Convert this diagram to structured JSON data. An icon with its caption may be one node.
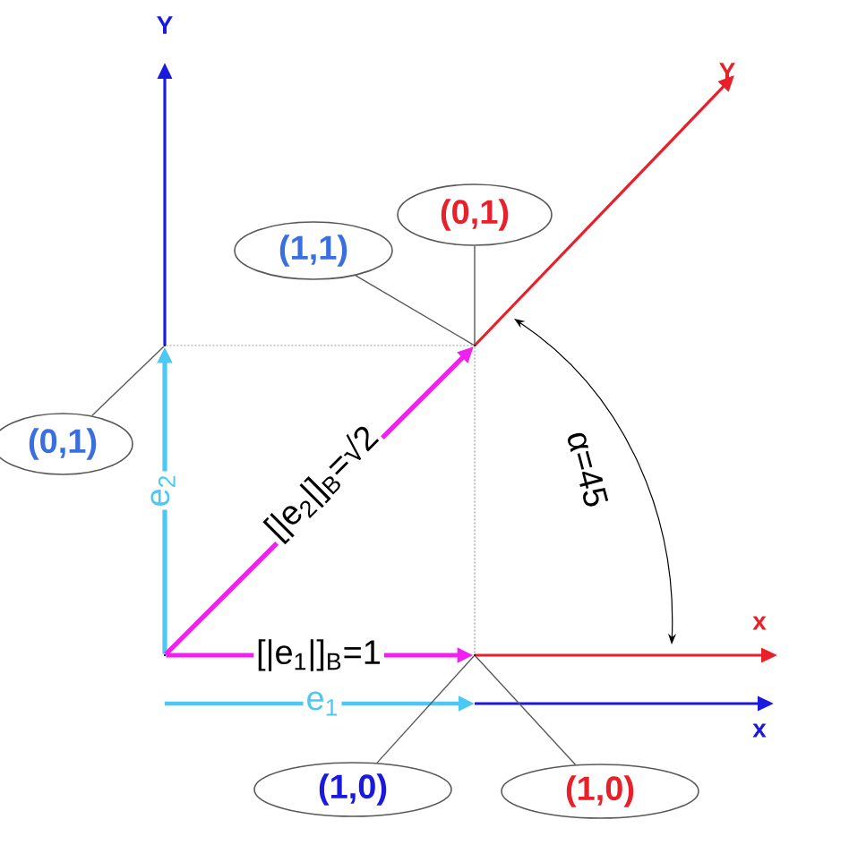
{
  "diagram": {
    "nodes": [
      {
        "text": [
          "(1,1)"
        ]
      },
      {
        "text": [
          "(0,1)"
        ]
      },
      {
        "text": [],
        "shape": "point"
      },
      {
        "text": [
          "(0,1)"
        ]
      },
      {
        "text": [],
        "shape": "point"
      },
      {
        "text": [],
        "shape": "point"
      },
      {
        "text": [
          "(1,0)"
        ]
      },
      {
        "text": [
          "(1,0)"
        ]
      },
      {
        "text": [],
        "shape": "point"
      }
    ],
    "edges": [
      {
        "from": 0,
        "to": 2,
        "arrow": "none"
      },
      {
        "from": 1,
        "to": 2,
        "arrow": "none"
      },
      {
        "from": 3,
        "to": 4,
        "arrow": "none"
      },
      {
        "from": 6,
        "to": 5,
        "arrow": "none"
      },
      {
        "from": 7,
        "to": 5,
        "arrow": "none"
      },
      {
        "from": 8,
        "to": 4,
        "arrow": "to",
        "label": "e$_{2}$",
        "style": "thick",
        "color": "#4cc8f4"
      },
      {
        "from": 8,
        "to": 2,
        "arrow": "to",
        "label": "[|e$_{2}$|]$_{B}$=√2",
        "style": "thick",
        "color": "#f020f0"
      },
      {
        "from": 8,
        "to": 5,
        "arrow": "to",
        "label": "[|e$_{1}$|]$_{B}$=1",
        "style": "thick",
        "color": "#f020f0"
      },
      {
        "from": 4,
        "to": 2,
        "arrow": "none",
        "style": "dashed",
        "color": "#999999"
      },
      {
        "from": 2,
        "to": 5,
        "arrow": "none",
        "style": "dashed",
        "color": "#999999"
      }
    ],
    "labels": [
      "Y",
      "Y",
      "α=45",
      "x",
      "e$_{1}$",
      "x"
    ]
  }
}
